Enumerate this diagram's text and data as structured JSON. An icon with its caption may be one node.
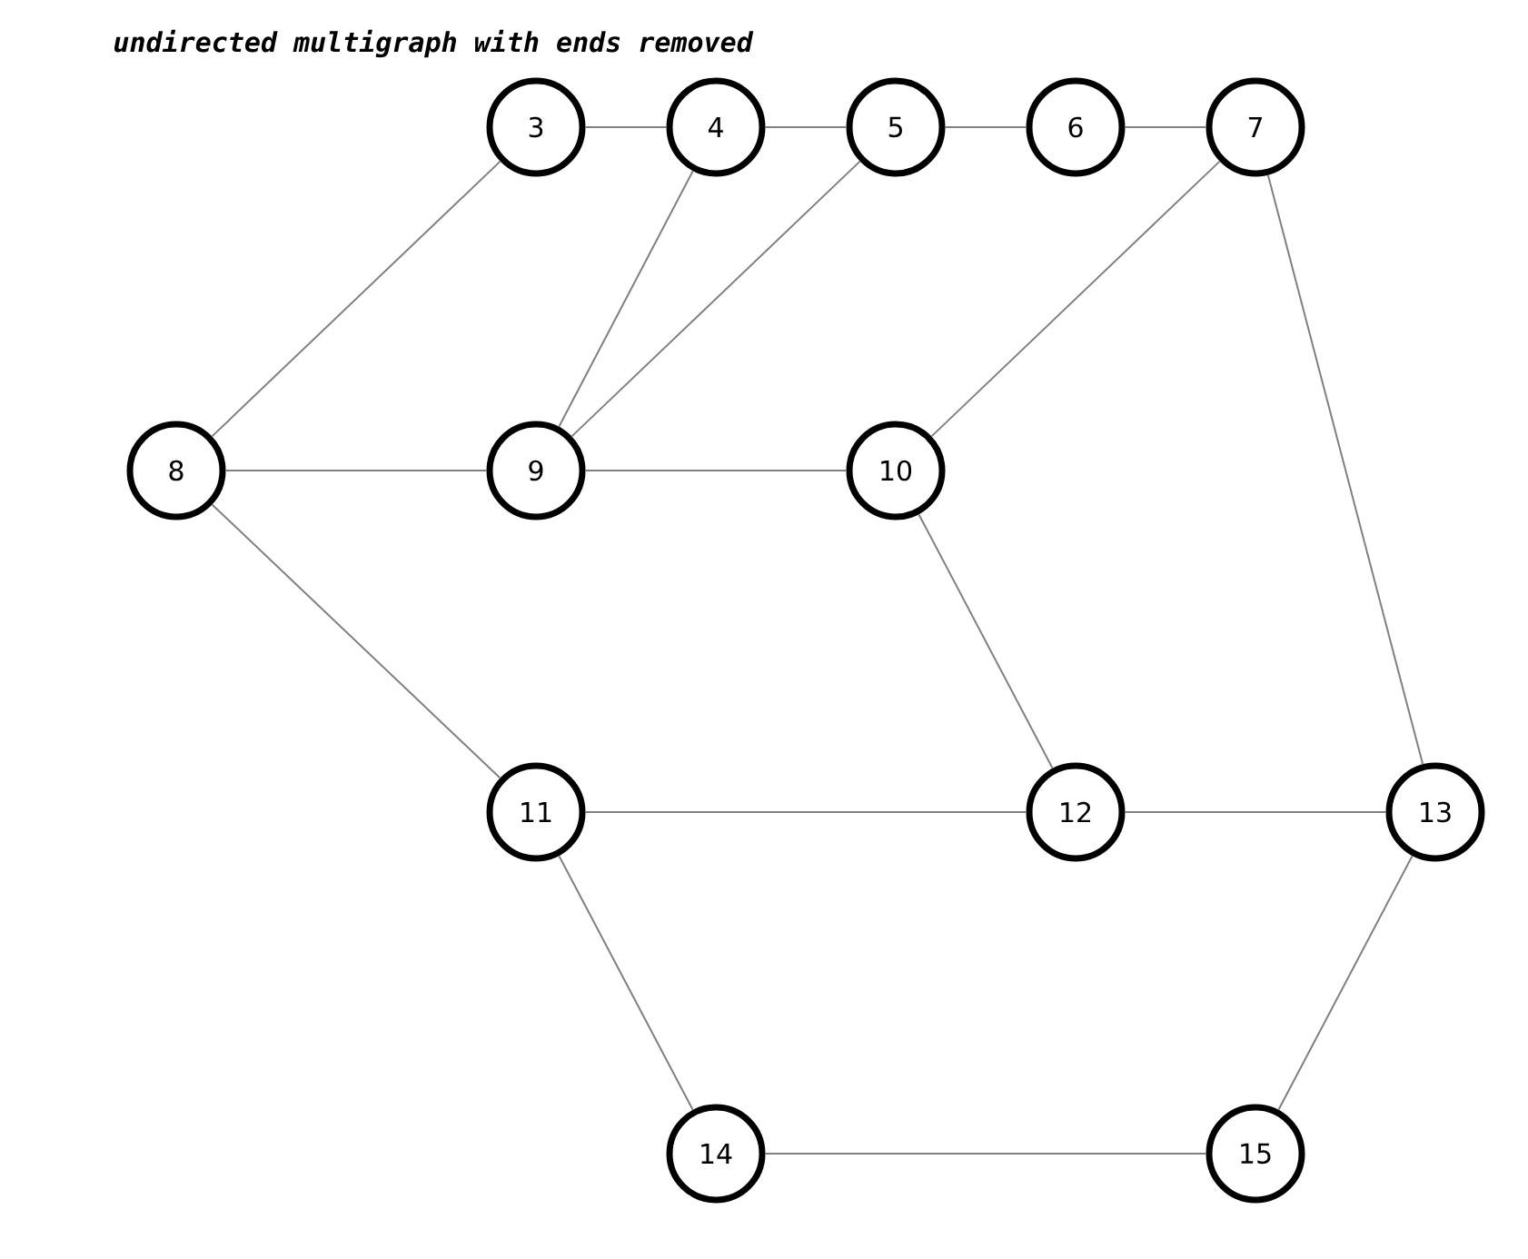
{
  "diagram": {
    "title": "undirected multigraph with ends removed",
    "nodes": [
      {
        "text": [
          "3"
        ]
      },
      {
        "text": [
          "4"
        ]
      },
      {
        "text": [
          "5"
        ]
      },
      {
        "text": [
          "6"
        ]
      },
      {
        "text": [
          "7"
        ]
      },
      {
        "text": [
          "8"
        ]
      },
      {
        "text": [
          "9"
        ]
      },
      {
        "text": [
          "10"
        ]
      },
      {
        "text": [
          "11"
        ]
      },
      {
        "text": [
          "12"
        ]
      },
      {
        "text": [
          "13"
        ]
      },
      {
        "text": [
          "14"
        ]
      },
      {
        "text": [
          "15"
        ]
      }
    ],
    "edges": [
      {
        "from": 0,
        "to": 1,
        "arrow": "none"
      },
      {
        "from": 1,
        "to": 2,
        "arrow": "none"
      },
      {
        "from": 2,
        "to": 3,
        "arrow": "none"
      },
      {
        "from": 3,
        "to": 4,
        "arrow": "none"
      },
      {
        "from": 5,
        "to": 0,
        "arrow": "none"
      },
      {
        "from": 1,
        "to": 6,
        "arrow": "none"
      },
      {
        "from": 2,
        "to": 6,
        "arrow": "none"
      },
      {
        "from": 4,
        "to": 7,
        "arrow": "none"
      },
      {
        "from": 4,
        "to": 10,
        "arrow": "none"
      },
      {
        "from": 5,
        "to": 6,
        "arrow": "none"
      },
      {
        "from": 6,
        "to": 7,
        "arrow": "none"
      },
      {
        "from": 5,
        "to": 8,
        "arrow": "none"
      },
      {
        "from": 7,
        "to": 9,
        "arrow": "none"
      },
      {
        "from": 8,
        "to": 9,
        "arrow": "none"
      },
      {
        "from": 9,
        "to": 10,
        "arrow": "none"
      },
      {
        "from": 8,
        "to": 11,
        "arrow": "none"
      },
      {
        "from": 10,
        "to": 12,
        "arrow": "none"
      },
      {
        "from": 11,
        "to": 12,
        "arrow": "none"
      }
    ]
  }
}
